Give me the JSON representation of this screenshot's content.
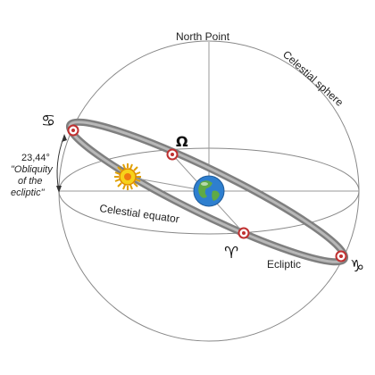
{
  "labels": {
    "north_point": "North Point",
    "celestial_sphere": "Celestial sphere",
    "celestial_equator": "Celestial equator",
    "ecliptic": "Ecliptic",
    "obliquity_value": "23,44°",
    "obliquity_line1": "\"Obliquity",
    "obliquity_line2": "of the",
    "obliquity_line3": "ecliptic\""
  },
  "symbols": {
    "cancer": "♋",
    "capricorn": "♑",
    "aries": "♈",
    "node": "Ω"
  },
  "colors": {
    "sphere_line": "#777777",
    "ecliptic_band": "#8a8a8a",
    "marker": "#d84040",
    "sun_fill": "#f7d21a",
    "sun_core": "#f07a10",
    "earth_ocean": "#2e7fcf",
    "earth_land": "#6aa84f"
  },
  "icons": [
    "sun-icon",
    "earth-icon",
    "cancer-symbol",
    "capricorn-symbol",
    "aries-symbol",
    "ascending-node-symbol"
  ]
}
